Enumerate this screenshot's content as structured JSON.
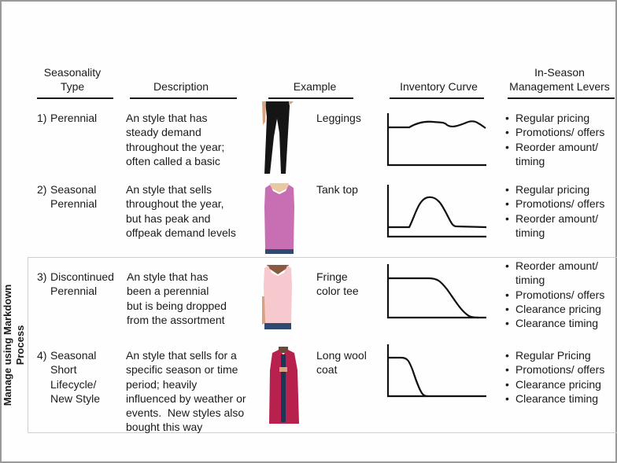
{
  "headers": {
    "type": "Seasonality\nType",
    "description": "Description",
    "example": "Example",
    "curve": "Inventory Curve",
    "levers": "In-Season\nManagement Levers"
  },
  "group_label": "Manage using Markdown\nProcess",
  "rows": [
    {
      "num": "1)",
      "type": "Perennial",
      "description": "An style that has\nsteady demand\nthroughout the year;\noften called a basic",
      "example": "Leggings",
      "image": "black-leggings-photo",
      "curve": "flat-with-small-waves",
      "levers": [
        "Regular pricing",
        "Promotions/ offers",
        "Reorder amount/\ntiming"
      ]
    },
    {
      "num": "2)",
      "type": "Seasonal\nPerennial",
      "description": "An style that sells\nthroughout the year,\nbut has peak and\noffpeak demand levels",
      "example": "Tank top",
      "image": "pink-tank-top-photo",
      "curve": "single-peak",
      "levers": [
        "Regular pricing",
        "Promotions/ offers",
        "Reorder amount/\ntiming"
      ]
    },
    {
      "num": "3)",
      "type": "Discontinued\nPerennial",
      "description": "An style that has\nbeen a perennial\nbut is being dropped\nfrom the assortment",
      "example": "Fringe\ncolor tee",
      "image": "light-pink-tee-photo",
      "curve": "plateau-then-gradual-decline",
      "levers": [
        "Reorder amount/\ntiming",
        "Promotions/ offers",
        "Clearance pricing",
        "Clearance timing"
      ]
    },
    {
      "num": "4)",
      "type": "Seasonal\nShort\nLifecycle/\nNew Style",
      "description": "An style that sells for a\nspecific season or time\nperiod; heavily\ninfluenced by weather or\nevents.  New styles also\nbought this way",
      "example": "Long wool\ncoat",
      "image": "red-long-wool-coat-photo",
      "curve": "short-plateau-then-steep-decline",
      "levers": [
        "Regular Pricing",
        "Promotions/ offers",
        "Clearance pricing",
        "Clearance timing"
      ]
    }
  ],
  "colors": {
    "text": "#1a1a1a",
    "leggings": "#151515",
    "tank_top": "#c86fb4",
    "tee": "#f6c9cf",
    "coat": "#b8204e",
    "jeans": "#2f4a6e",
    "skin": "#d9a27c"
  }
}
